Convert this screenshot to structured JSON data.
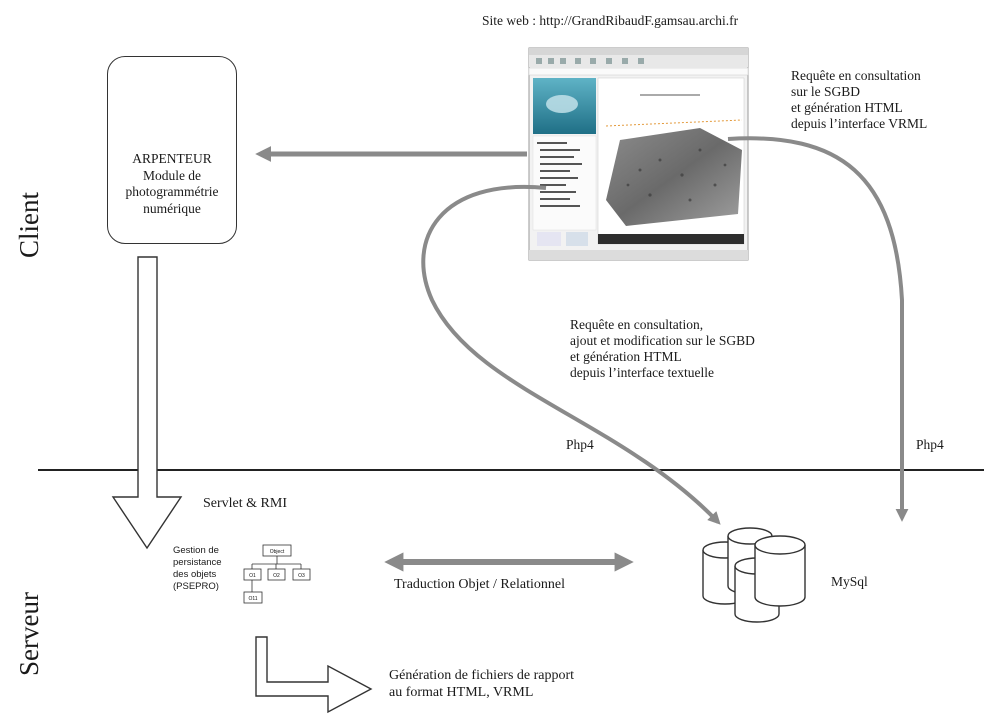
{
  "website": {
    "label": "Site web : http://GrandRibaudF.gamsau.archi.fr"
  },
  "arpenteur": {
    "lines": [
      "ARPENTEUR",
      "Module de",
      "photogrammétrie",
      "numérique"
    ]
  },
  "sections": {
    "client": "Client",
    "server": "Serveur"
  },
  "annotations": {
    "vrml_request": [
      "Requête en consultation",
      "sur le SGBD",
      "et génération HTML",
      "depuis l’interface VRML"
    ],
    "text_request": [
      "Requête en consultation,",
      "ajout et modification sur le SGBD",
      "et génération HTML",
      "depuis l’interface textuelle"
    ],
    "php4_left": "Php4",
    "php4_right": "Php4",
    "servlet": "Servlet & RMI",
    "persistence": [
      "Gestion de",
      "persistance",
      "des objets",
      "(PSEPRO)"
    ],
    "mapping": "Traduction Objet / Relationnel",
    "mysql": "MySql",
    "report": [
      "Génération de fichiers de rapport",
      "au format HTML, VRML"
    ]
  },
  "uml": {
    "root": "Object",
    "children": [
      "O1",
      "O2",
      "O3"
    ],
    "grandchild": "O11"
  }
}
